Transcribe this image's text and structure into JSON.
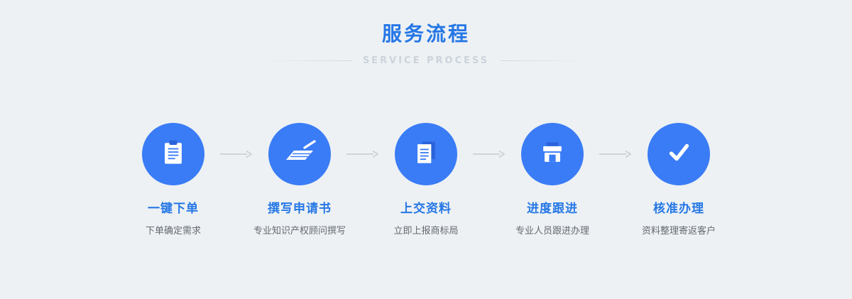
{
  "header": {
    "title": "服务流程",
    "subtitle": "SERVICE PROCESS"
  },
  "colors": {
    "background": "#edf1f4",
    "accent_blue": "#2577e5",
    "circle_blue": "#3a7cf6",
    "icon_dark_blue": "#2b63d9",
    "subtitle_gray": "#ccd3da",
    "desc_gray": "#646a70",
    "arrow_gray": "#c6ccd2"
  },
  "steps": [
    {
      "icon": "clipboard-icon",
      "title": "一键下单",
      "desc": "下单确定需求"
    },
    {
      "icon": "keyboard-pen-icon",
      "title": "撰写申请书",
      "desc": "专业知识产权顾问撰写"
    },
    {
      "icon": "documents-icon",
      "title": "上交资料",
      "desc": "立即上报商标局"
    },
    {
      "icon": "storefront-icon",
      "title": "进度跟进",
      "desc": "专业人员跟进办理"
    },
    {
      "icon": "checkmark-icon",
      "title": "核准办理",
      "desc": "资料整理寄返客户"
    }
  ]
}
